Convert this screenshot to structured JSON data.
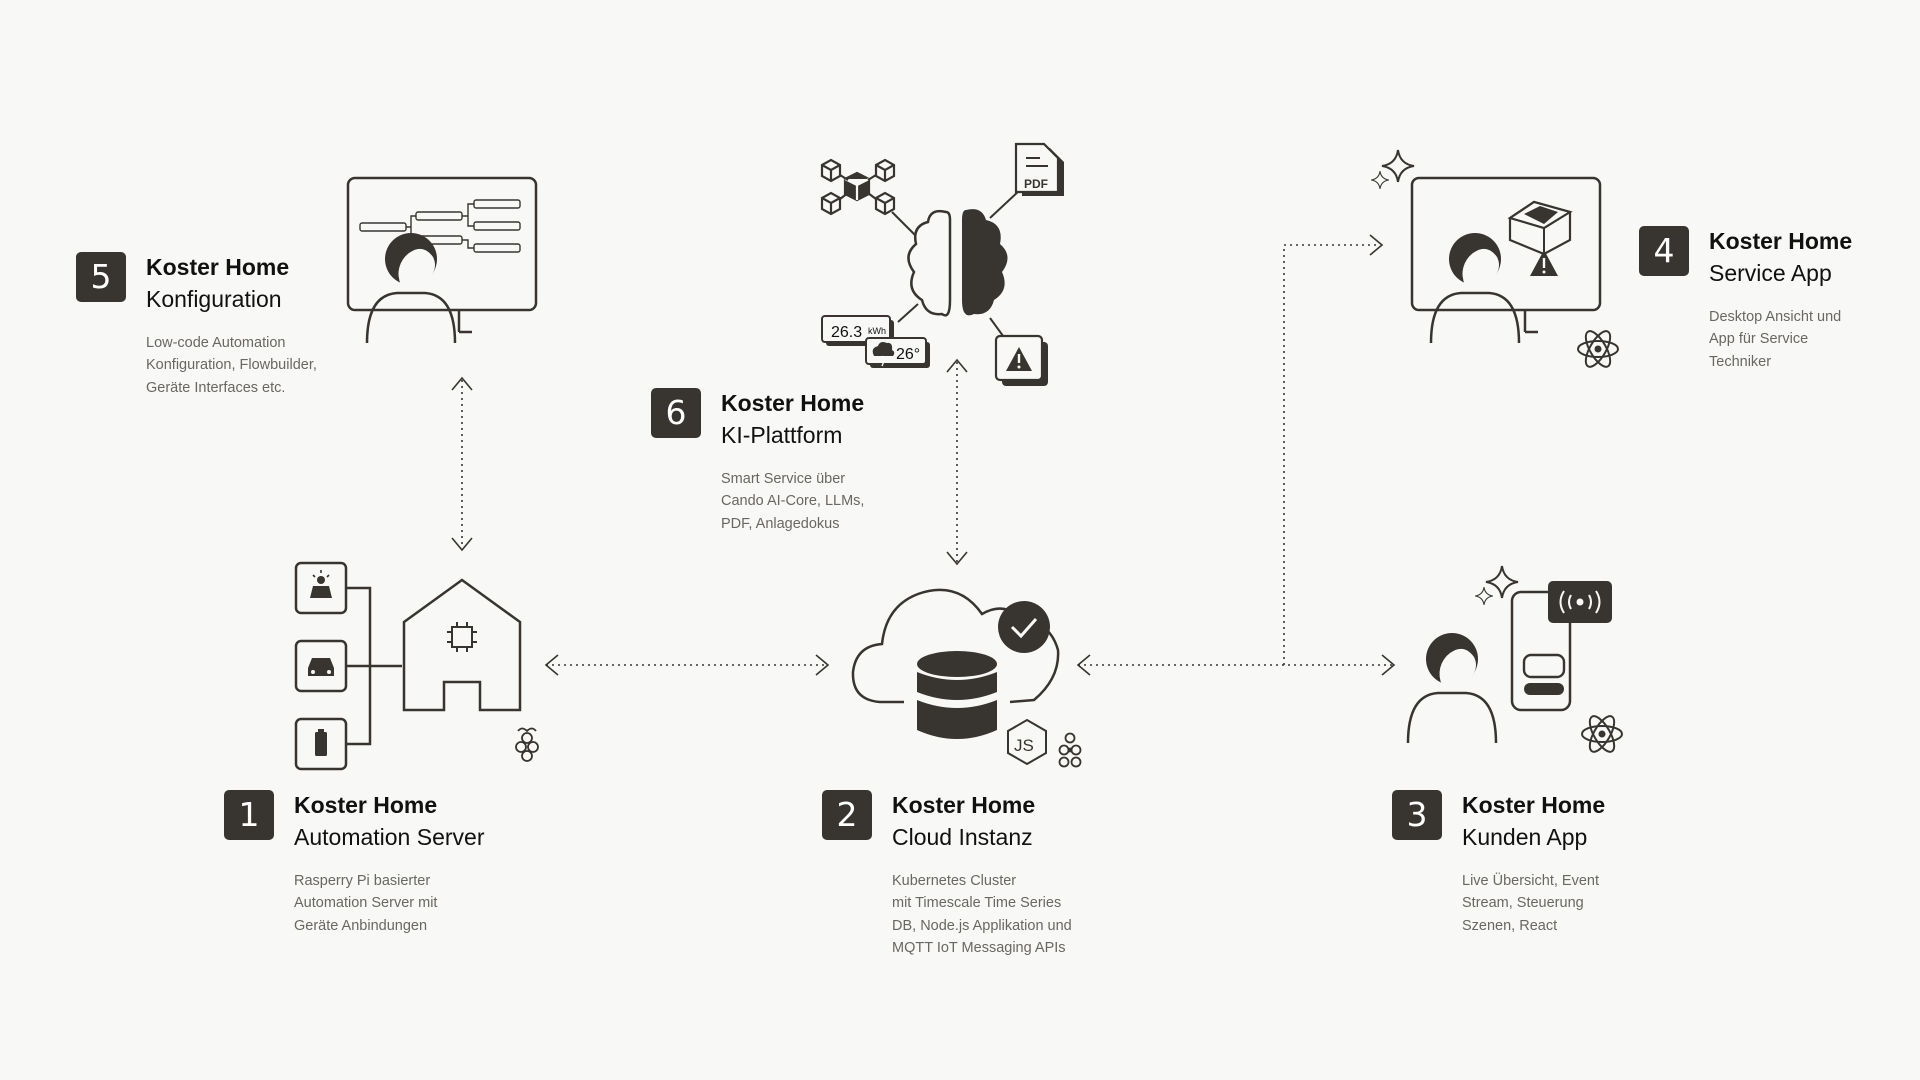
{
  "colors": {
    "background": "#f8f8f6",
    "ink": "#383530",
    "badge": "#383530",
    "text": "#111111",
    "muted": "#6a6762"
  },
  "nodes": [
    {
      "id": "automation-server",
      "number": "1",
      "title": "Koster Home",
      "subtitle": "Automation Server",
      "description": [
        "Rasperry Pi basierter",
        "Automation Server mit",
        "Geräte Anbindungen"
      ],
      "icons": [
        "solar-panel-icon",
        "car-icon",
        "battery-icon",
        "house-chip-icon",
        "raspberry-pi-icon"
      ]
    },
    {
      "id": "cloud-instanz",
      "number": "2",
      "title": "Koster Home",
      "subtitle": "Cloud Instanz",
      "description": [
        "Kubernetes Cluster",
        "mit Timescale Time Series",
        "DB, Node.js Applikation und",
        "MQTT IoT Messaging APIs"
      ],
      "icons": [
        "cloud-database-icon",
        "check-icon",
        "nodejs-icon",
        "kubernetes-icon"
      ]
    },
    {
      "id": "kunden-app",
      "number": "3",
      "title": "Koster Home",
      "subtitle": "Kunden App",
      "description": [
        "Live Übersicht, Event",
        "Stream, Steuerung",
        "Szenen, React"
      ],
      "icons": [
        "user-icon",
        "phone-icon",
        "broadcast-icon",
        "sparkle-icon",
        "react-icon"
      ]
    },
    {
      "id": "service-app",
      "number": "4",
      "title": "Koster Home",
      "subtitle": "Service App",
      "description": [
        "Desktop Ansicht und",
        "App für Service",
        "Techniker"
      ],
      "icons": [
        "monitor-icon",
        "user-icon",
        "device-warning-icon",
        "sparkle-icon",
        "react-icon"
      ]
    },
    {
      "id": "konfiguration",
      "number": "5",
      "title": "Koster Home",
      "subtitle": "Konfiguration",
      "description": [
        "Low-code Automation",
        "Konfiguration, Flowbuilder,",
        "Geräte Interfaces etc."
      ],
      "icons": [
        "monitor-icon",
        "user-icon",
        "flowchart-icon"
      ]
    },
    {
      "id": "ki-plattform",
      "number": "6",
      "title": "Koster Home",
      "subtitle": "KI-Plattform",
      "description": [
        "Smart Service über",
        "Cando AI-Core, LLMs,",
        "PDF, Anlagedokus"
      ],
      "icons": [
        "brain-icon",
        "blocks-icon",
        "pdf-icon",
        "warning-icon",
        "energy-card-icon",
        "weather-card-icon"
      ]
    }
  ],
  "ai_widgets": {
    "pdf_label": "PDF",
    "energy_value": "26.3",
    "energy_unit": "kWh",
    "weather_value": "26°"
  },
  "connections": [
    {
      "from": "konfiguration",
      "to": "automation-server",
      "style": "dotted",
      "arrows": "both"
    },
    {
      "from": "ki-plattform",
      "to": "cloud-instanz",
      "style": "dotted",
      "arrows": "both"
    },
    {
      "from": "automation-server",
      "to": "cloud-instanz",
      "style": "dotted",
      "arrows": "both"
    },
    {
      "from": "cloud-instanz",
      "to": "kunden-app",
      "style": "dotted",
      "arrows": "both"
    },
    {
      "from": "cloud-instanz",
      "to": "service-app",
      "style": "dotted",
      "arrows": "to"
    }
  ]
}
